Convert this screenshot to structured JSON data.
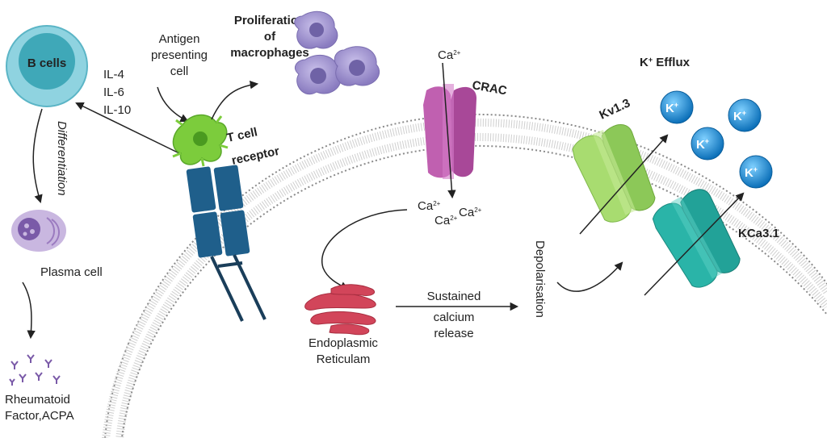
{
  "labels": {
    "b_cells": "B cells",
    "il4": "IL-4",
    "il6": "IL-6",
    "il10": "IL-10",
    "differentiation": "Differentiation",
    "plasma_cell": "Plasma cell",
    "rheumatoid_1": "Rheumatoid",
    "rheumatoid_2": "Factor,ACPA",
    "antigen_1": "Antigen",
    "antigen_2": "presenting",
    "antigen_3": "cell",
    "proliferation_1": "Proliferation",
    "proliferation_2": "of",
    "proliferation_3": "macrophages",
    "tcr_1": "T cell",
    "tcr_2": "receptor",
    "ca_top": "Ca",
    "ca_sup": "2+",
    "crac": "CRAC",
    "ca_in": "Ca",
    "ca_in_sup": "2+",
    "endoplasmic_1": "Endoplasmic",
    "endoplasmic_2": "Reticulam",
    "sustained_1": "Sustained",
    "sustained_2": "calcium",
    "sustained_3": "release",
    "depolarisation": "Depolarisation",
    "kv13": "Kv1.3",
    "kca31": "KCa3.1",
    "k_efflux": "K",
    "k_efflux_sup": "+",
    "k_efflux_rest": " Efflux",
    "k_ion": "K",
    "k_ion_sup": "+"
  },
  "colors": {
    "bcell_outer": "#8fd3e0",
    "bcell_inner": "#3fa8b8",
    "membrane_head": "#9a9a9a",
    "crac": "#c060b0",
    "kv13": "#a8dc70",
    "kca31": "#2ab4a8",
    "k_ion": "#1e8fd6",
    "tcr": "#1f5f8b",
    "er": "#d2455a",
    "apc": "#7ccc3c",
    "macrophage": "#a89bd0",
    "plasma": "#9b7bc0"
  }
}
